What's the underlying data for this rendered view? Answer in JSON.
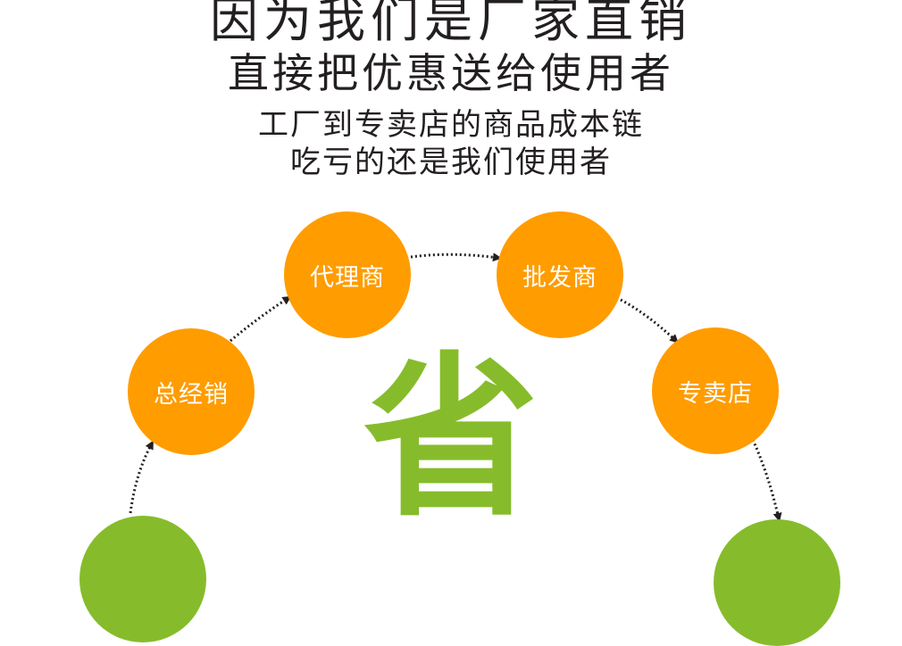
{
  "headlines": {
    "line1": "因为我们是厂家直销",
    "line2": "直接把优惠送给使用者",
    "line3": "工厂到专卖店的商品成本链",
    "line4": "吃亏的还是我们使用者"
  },
  "flow": {
    "nodes": [
      {
        "label": "总经销"
      },
      {
        "label": "代理商"
      },
      {
        "label": "批发商"
      },
      {
        "label": "专卖店"
      }
    ],
    "center_label": "省"
  },
  "colors": {
    "orange": "#ff9c00",
    "green": "#86bc2b",
    "text": "#231f20",
    "arrow": "#231f20"
  }
}
